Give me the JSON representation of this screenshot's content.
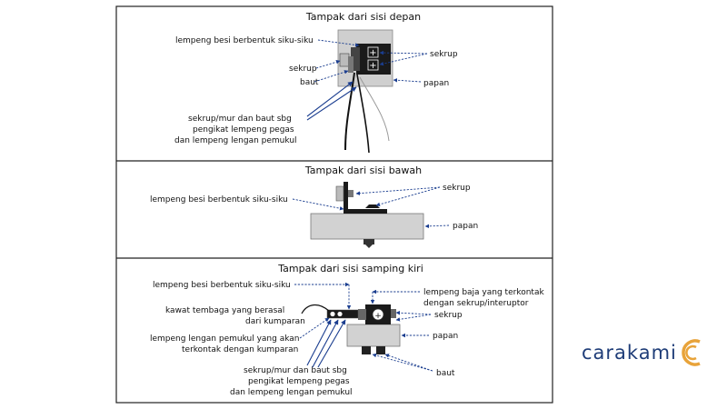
{
  "diagram": {
    "panels": [
      {
        "id": "front",
        "title": "Tampak dari sisi depan",
        "labels": {
          "bracket": "lempeng besi berbentuk siku-siku",
          "screw_left": "sekrup",
          "bolt": "baut",
          "screw_right": "sekrup",
          "board": "papan",
          "note_line1": "sekrup/mur dan baut sbg",
          "note_line2": "pengikat lempeng pegas",
          "note_line3": "dan lempeng lengan pemukul"
        }
      },
      {
        "id": "bottom",
        "title": "Tampak dari sisi bawah",
        "labels": {
          "bracket": "lempeng besi berbentuk siku-siku",
          "screw": "sekrup",
          "board": "papan"
        }
      },
      {
        "id": "side",
        "title": "Tampak dari sisi samping kiri",
        "labels": {
          "bracket": "lempeng besi berbentuk siku-siku",
          "steel_line1": "lempeng baja yang terkontak",
          "steel_line2": "dengan sekrup/interuptor",
          "copper_line1": "kawat tembaga yang berasal",
          "copper_line2": "dari kumparan",
          "screw": "sekrup",
          "arm_line1": "lempeng lengan pemukul yang akan",
          "arm_line2": "terkontak dengan kumparan",
          "board": "papan",
          "note_line1": "sekrup/mur dan baut sbg",
          "note_line2": "pengikat lempeng pegas",
          "note_line3": "dan lempeng lengan pemukul",
          "bolt": "baut"
        }
      }
    ]
  },
  "brand": {
    "name": "carakami",
    "accent_color": "#e8a33a",
    "text_color": "#1f3d78"
  }
}
